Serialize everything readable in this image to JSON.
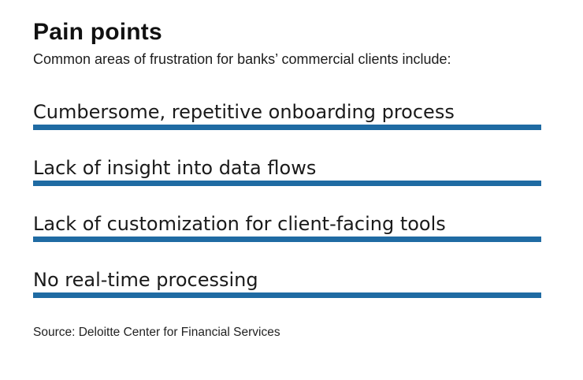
{
  "header": {
    "title": "Pain points",
    "subtitle": "Common areas of frustration for banks’ commercial clients include:"
  },
  "pain_points": [
    {
      "label": "Cumbersome, repetitive onboarding process"
    },
    {
      "label": "Lack of insight into data flows"
    },
    {
      "label": "Lack of customization for client-facing tools"
    },
    {
      "label": "No real-time processing"
    }
  ],
  "source": "Source: Deloitte Center for Financial Services",
  "colors": {
    "accent_blue": "#1f6ba3",
    "text": "#1a1a1a",
    "background": "#ffffff"
  },
  "chart_data": {
    "type": "table",
    "title": "Pain points",
    "subtitle": "Common areas of frustration for banks’ commercial clients include:",
    "categories": [
      "Cumbersome, repetitive onboarding process",
      "Lack of insight into data flows",
      "Lack of customization for client-facing tools",
      "No real-time processing"
    ],
    "values": [],
    "source": "Source: Deloitte Center for Financial Services",
    "layout_hints": {
      "style": "list infographic",
      "item_underline_color": "#1f6ba3",
      "underline_thickness_px": 7,
      "grid": false,
      "legend": false
    }
  }
}
